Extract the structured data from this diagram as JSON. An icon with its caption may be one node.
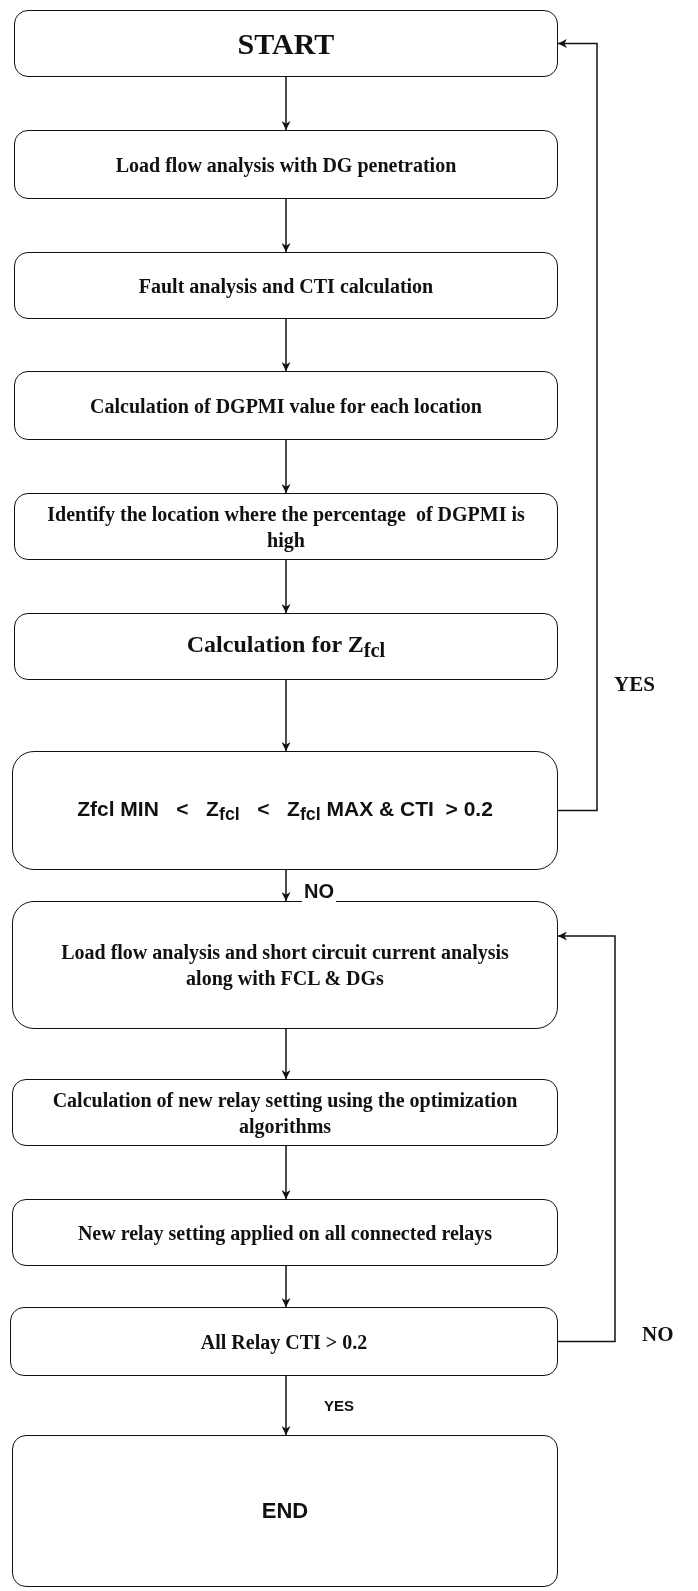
{
  "diagram": {
    "nodes": [
      {
        "text": [
          "START"
        ]
      },
      {
        "text": [
          "Load flow analysis with DG penetration"
        ]
      },
      {
        "text": [
          "Fault analysis and CTI calculation"
        ]
      },
      {
        "text": [
          "Calculation of DGPMI value for each location"
        ]
      },
      {
        "text": [
          "Identify the location where the percentage  of DGPMI is high"
        ]
      },
      {
        "text": [
          "Calculation for Z$_{fcl}$"
        ]
      },
      {
        "text": [
          "Zfcl MIN   <   Z$_{fcl}$   <   Z$_{fcl}$ MAX & CTI  > 0.2"
        ]
      },
      {
        "text": [
          "Load flow analysis and short circuit current analysis along with FCL & DGs"
        ]
      },
      {
        "text": [
          "Calculation of new relay setting using the optimization algorithms"
        ]
      },
      {
        "text": [
          "New relay setting applied on all connected relays"
        ]
      },
      {
        "text": [
          "All Relay CTI > 0.2"
        ]
      },
      {
        "text": [
          "END"
        ]
      }
    ],
    "edges": [
      {
        "from": 0,
        "to": 1,
        "arrow": "to"
      },
      {
        "from": 1,
        "to": 2,
        "arrow": "to"
      },
      {
        "from": 2,
        "to": 3,
        "arrow": "to"
      },
      {
        "from": 3,
        "to": 4,
        "arrow": "to"
      },
      {
        "from": 4,
        "to": 5,
        "arrow": "to"
      },
      {
        "from": 5,
        "to": 6,
        "arrow": "to"
      },
      {
        "from": 6,
        "to": 0,
        "arrow": "to",
        "label": "YES"
      },
      {
        "from": 6,
        "to": 7,
        "arrow": "to",
        "label": "NO"
      },
      {
        "from": 7,
        "to": 8,
        "arrow": "to"
      },
      {
        "from": 8,
        "to": 9,
        "arrow": "to"
      },
      {
        "from": 9,
        "to": 10,
        "arrow": "to"
      },
      {
        "from": 10,
        "to": 7,
        "arrow": "to",
        "label": "NO"
      },
      {
        "from": 10,
        "to": 11,
        "arrow": "to",
        "label": "YES"
      }
    ]
  }
}
